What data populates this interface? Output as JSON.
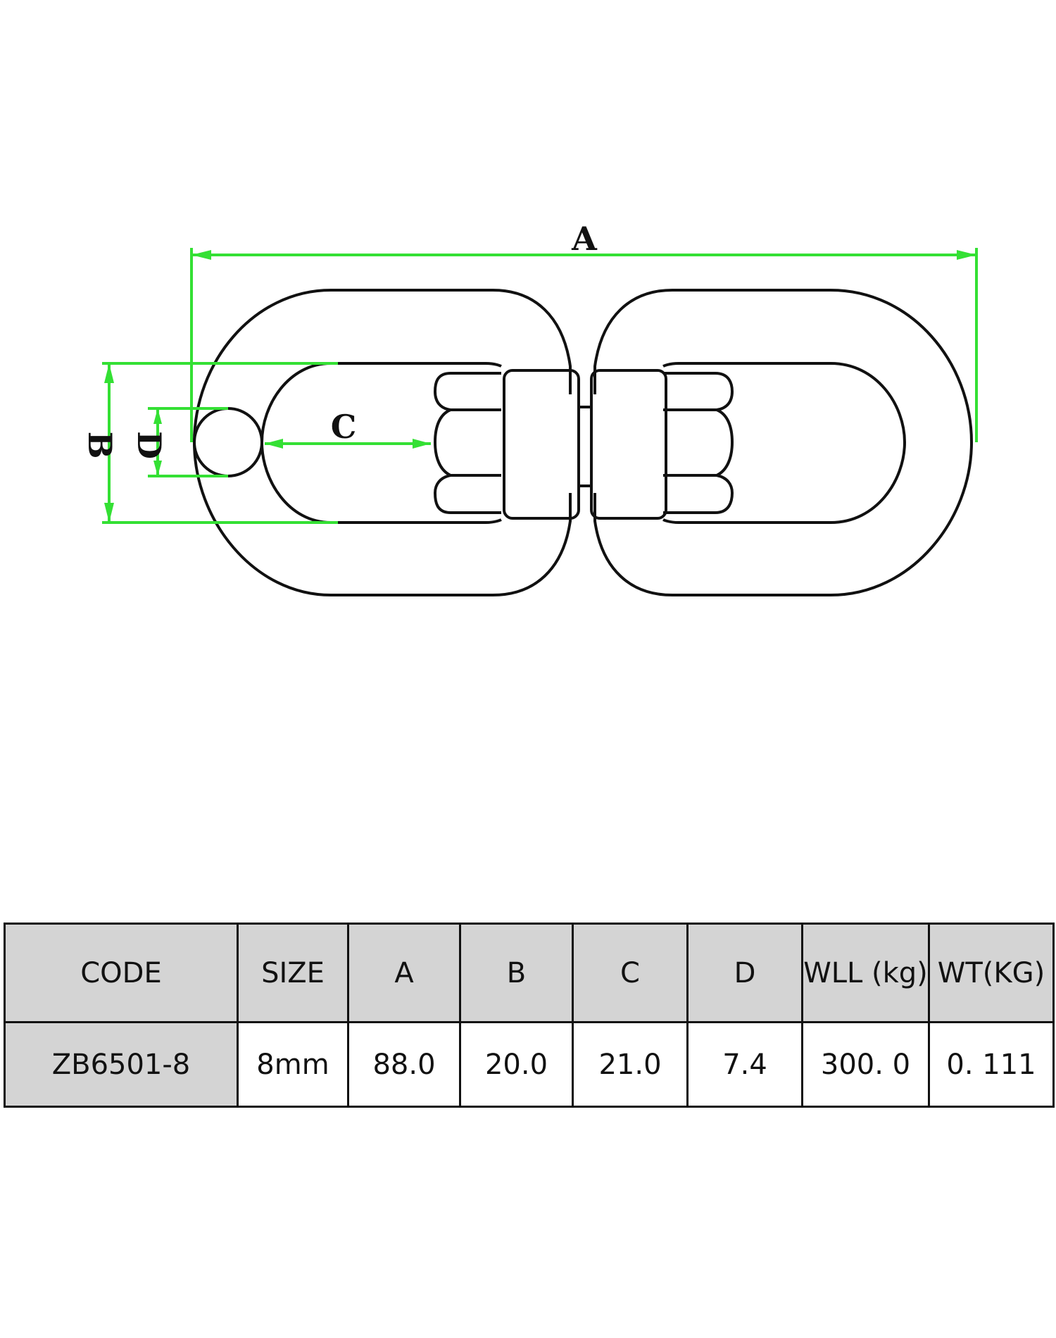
{
  "drawing": {
    "dimension_labels": {
      "a": "A",
      "b": "B",
      "c": "C",
      "d": "D"
    },
    "colors": {
      "outline": "#111111",
      "dimension": "#34e034"
    }
  },
  "table": {
    "headers": [
      "CODE",
      "SIZE",
      "A",
      "B",
      "C",
      "D",
      "WLL (kg)",
      "WT(KG)"
    ],
    "rows": [
      [
        "ZB6501-8",
        "8mm",
        "88.0",
        "20.0",
        "21.0",
        "7.4",
        "300. 0",
        "0. 111"
      ]
    ],
    "colors": {
      "header_bg": "#d4d4d4",
      "border": "#111111"
    }
  }
}
